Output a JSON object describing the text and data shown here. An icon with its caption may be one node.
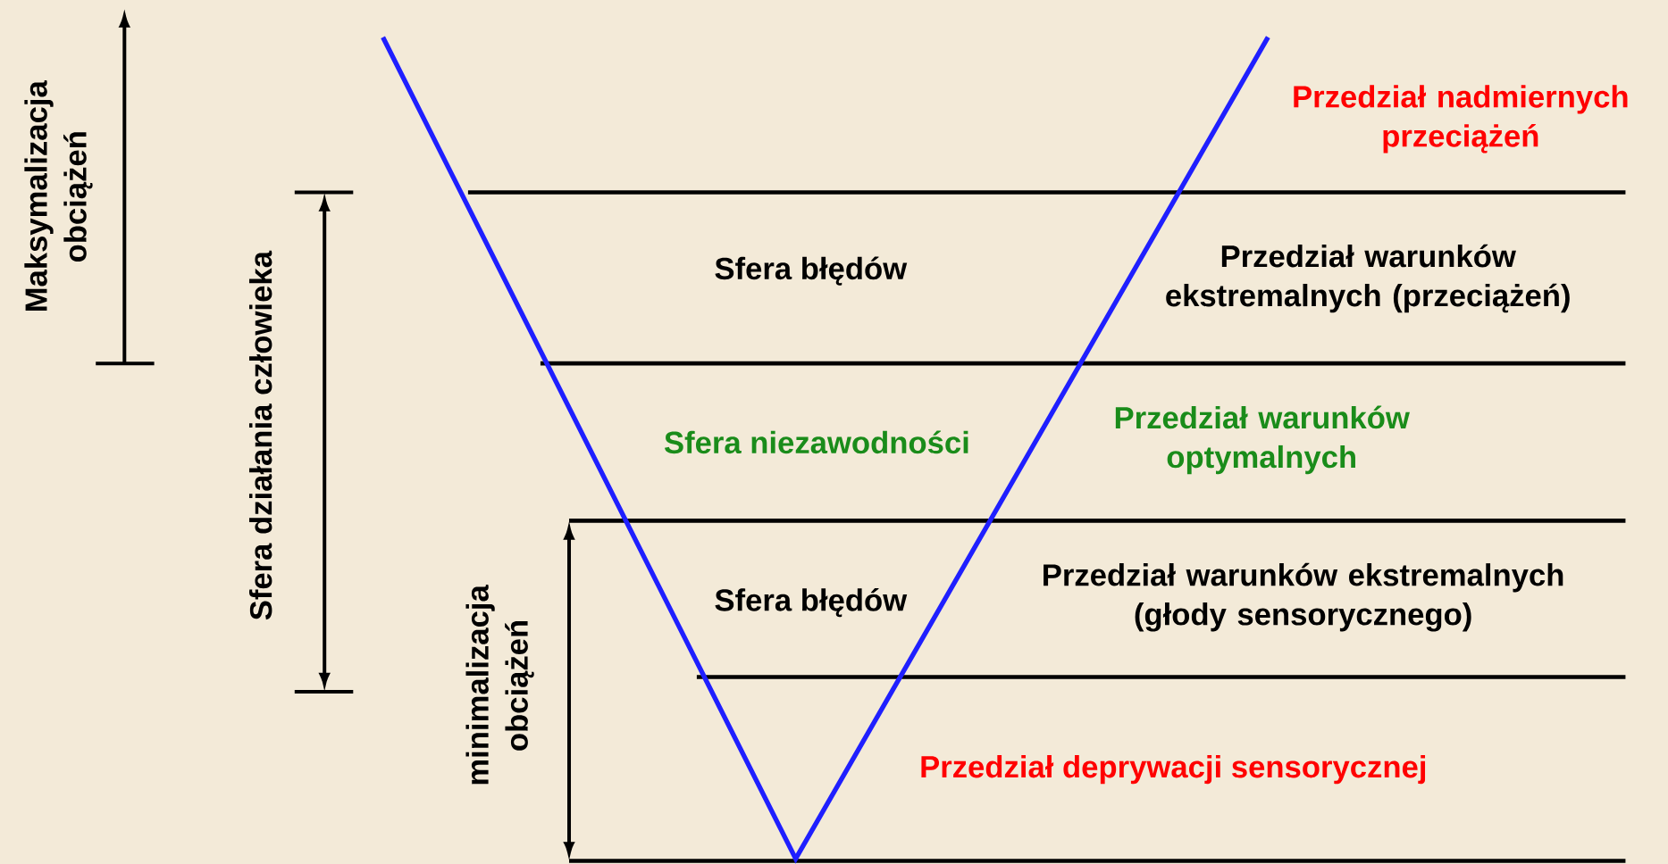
{
  "diagram": {
    "labels": [
      "Maksymalizacja obciążeń",
      "Przedział nadmiernych przeciążeń",
      "Sfera działania człowieka",
      "Sfera błędów",
      "Przedział warunków ekstremalnych (przeciążeń)",
      "Sfera niezawodności",
      "Przedział warunków optymalnych",
      "minimalizacja obciążeń",
      "Przedział warunków ekstremalnych (głody sensorycznego)",
      "Sfera błędów",
      "Przedział deprywacji sensorycznej"
    ]
  }
}
